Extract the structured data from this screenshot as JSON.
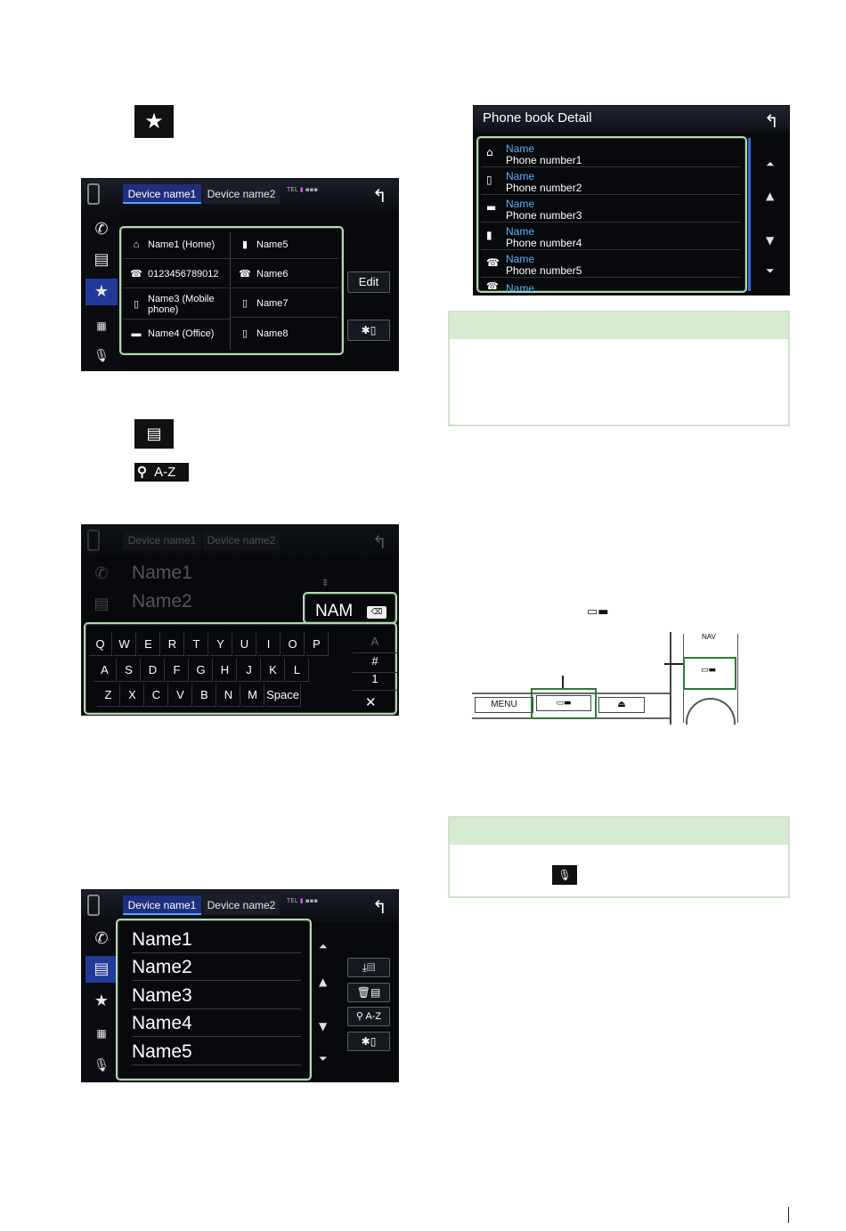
{
  "fav_screen": {
    "tabs": [
      "Device name1",
      "Device name2"
    ],
    "entries": [
      {
        "label": "Name1 (Home)",
        "icon": "home-icon"
      },
      {
        "label": "Name5",
        "icon": "office-icon"
      },
      {
        "label": "0123456789012",
        "icon": "phone-icon"
      },
      {
        "label": "Name6",
        "icon": "phone-icon"
      },
      {
        "label": "Name3 (Mobile phone)",
        "icon": "mobile-icon"
      },
      {
        "label": "Name7",
        "icon": "mobile-icon"
      },
      {
        "label": "Name4 (Office)",
        "icon": "office-icon"
      },
      {
        "label": "Name8",
        "icon": "mobile-icon"
      }
    ],
    "edit_label": "Edit"
  },
  "search_screen": {
    "tabs": [
      "Device name1",
      "Device name2"
    ],
    "names": [
      "Name1",
      "Name2"
    ],
    "input_value": "NAM",
    "keys_row1": [
      "Q",
      "W",
      "E",
      "R",
      "T",
      "Y",
      "U",
      "I",
      "O",
      "P"
    ],
    "keys_row2": [
      "A",
      "S",
      "D",
      "F",
      "G",
      "H",
      "J",
      "K",
      "L"
    ],
    "keys_row3": [
      "Z",
      "X",
      "C",
      "V",
      "B",
      "N",
      "M"
    ],
    "space_label": "Space",
    "side_keys": [
      "A",
      "#",
      "1"
    ]
  },
  "az_label": "A-Z",
  "list_screen": {
    "tabs": [
      "Device name1",
      "Device name2"
    ],
    "names": [
      "Name1",
      "Name2",
      "Name3",
      "Name4",
      "Name5"
    ],
    "az_label": "A-Z"
  },
  "detail_screen": {
    "title": "Phone book Detail",
    "rows": [
      {
        "name": "Name",
        "number": "Phone number1",
        "icon": "home-icon"
      },
      {
        "name": "Name",
        "number": "Phone number2",
        "icon": "mobile-icon"
      },
      {
        "name": "Name",
        "number": "Phone number3",
        "icon": "office-icon"
      },
      {
        "name": "Name",
        "number": "Phone number4",
        "icon": "office-icon"
      },
      {
        "name": "Name",
        "number": "Phone number5",
        "icon": "phone-icon"
      }
    ],
    "partial_row": "Name"
  },
  "hardware": {
    "menu_label": "MENU",
    "nav_label": "NAV"
  },
  "colors": {
    "accent_green": "#d7ebd2",
    "tab_blue": "#1e2f7e",
    "name_blue": "#5cb0ff"
  }
}
